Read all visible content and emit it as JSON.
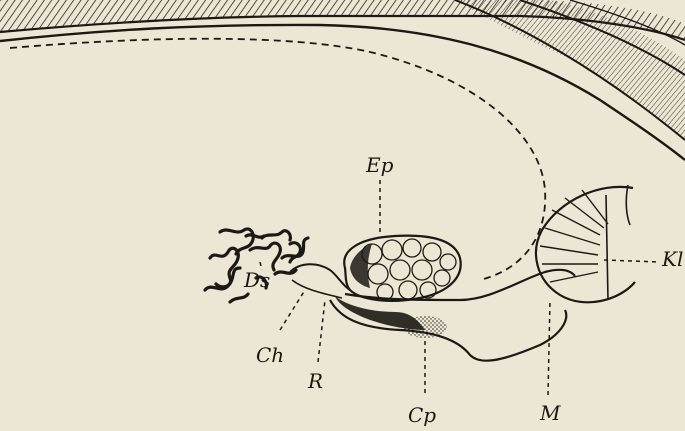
{
  "labels": {
    "ep": "Ep",
    "kl": "Kl",
    "ds": "Ds",
    "ch": "Ch",
    "r": "R",
    "cp": "Cp",
    "m": "M"
  }
}
